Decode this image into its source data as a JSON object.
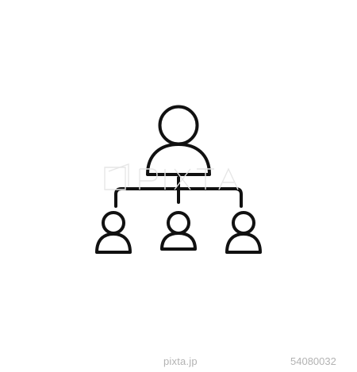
{
  "image": {
    "description_icon": "hierarchy-icon",
    "stroke_color": "#111111",
    "background_color": "#ffffff"
  },
  "watermark": {
    "logo": "pixta-logo-watermark"
  },
  "footer": {
    "site": "pixta.jp",
    "id": "54080032",
    "text_color": "#b3b3b3"
  }
}
